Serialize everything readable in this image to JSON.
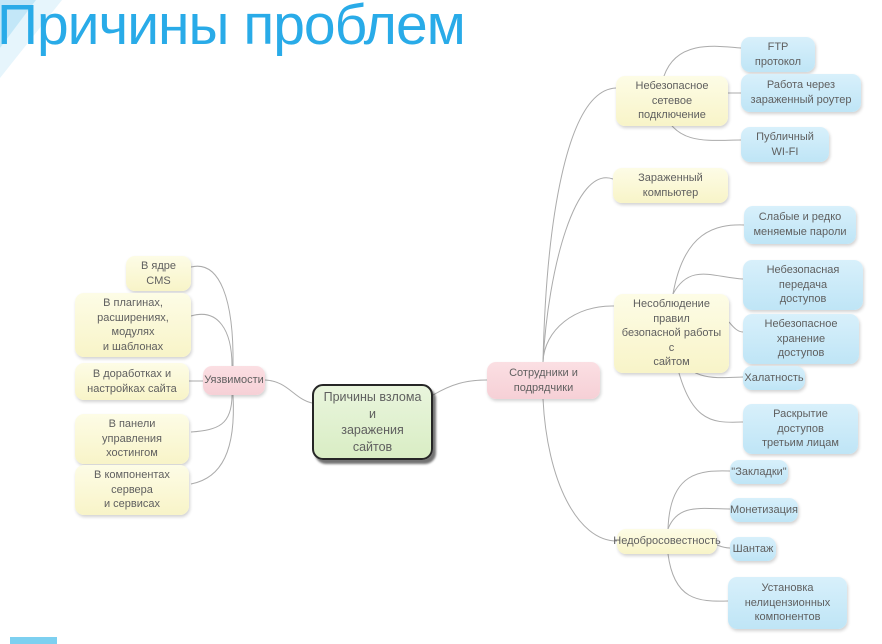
{
  "page": {
    "title": "Причины проблем"
  },
  "colors": {
    "title": "#29ABE8",
    "root_fill": "#E3F1D4",
    "branch_fill": "#F9D9DD",
    "topic_fill": "#FBF8D5",
    "subtopic_fill": "#C9EAF8",
    "connector_line": "#ABABAB",
    "accent_bar": "#7DD0F0"
  },
  "mindmap": {
    "root": {
      "label": "Причины взлома и\nзаражения сайтов"
    },
    "left": {
      "label": "Уязвимости",
      "children": [
        {
          "label": "В ядре CMS"
        },
        {
          "label": "В плагинах,\nрасширениях, модулях\nи шаблонах"
        },
        {
          "label": "В доработках и\nнастройках сайта"
        },
        {
          "label": "В панели управления\nхостингом"
        },
        {
          "label": "В компонентах сервера\nи сервисах"
        }
      ]
    },
    "right": {
      "label": "Сотрудники и\nподрядчики",
      "children": [
        {
          "label": "Небезопасное сетевое\nподключение",
          "children": [
            {
              "label": "FTP протокол"
            },
            {
              "label": "Работа через\nзараженный роутер"
            },
            {
              "label": "Публичный WI-FI"
            }
          ]
        },
        {
          "label": "Зараженный компьютер",
          "children": []
        },
        {
          "label": "Несоблюдение правил\nбезопасной работы с\nсайтом",
          "children": [
            {
              "label": "Слабые и редко\nменяемые пароли"
            },
            {
              "label": "Небезопасная передача\nдоступов"
            },
            {
              "label": "Небезопасное хранение\nдоступов"
            },
            {
              "label": "Халатность"
            },
            {
              "label": "Раскрытие доступов\nтретьим лицам"
            }
          ]
        },
        {
          "label": "Недобросовестность",
          "children": [
            {
              "label": "\"Закладки\""
            },
            {
              "label": "Монетизация"
            },
            {
              "label": "Шантаж"
            },
            {
              "label": "Установка\nнелицензионных\nкомпонентов"
            }
          ]
        }
      ]
    }
  }
}
